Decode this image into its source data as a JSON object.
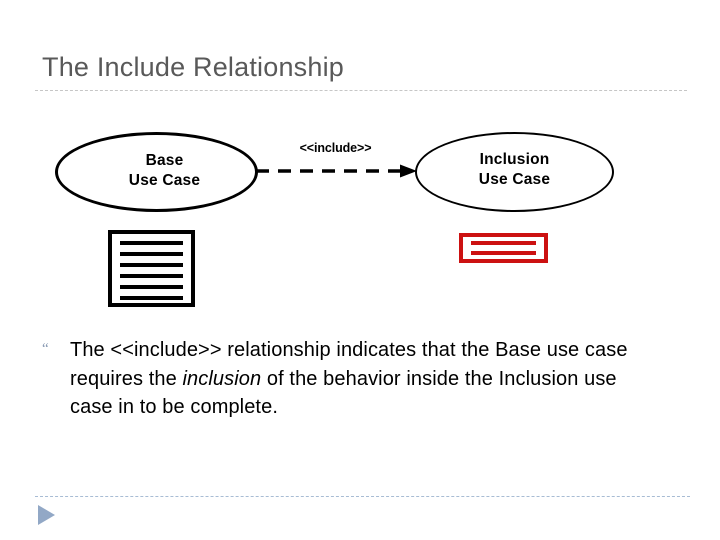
{
  "slide": {
    "title": "The Include Relationship",
    "background_color": "#ffffff",
    "title_color": "#595959",
    "accent_color": "#92a8c6",
    "highlight_color": "#cc1111"
  },
  "diagram": {
    "base_use_case": {
      "line1": "Base",
      "line2": "Use Case"
    },
    "inclusion_use_case": {
      "line1": "Inclusion",
      "line2": "Use Case"
    },
    "relationship_label": "<<include>>",
    "arrow_style": "dashed-open-arrow",
    "black_document_lines": 6,
    "red_document_lines": 2
  },
  "body": {
    "bullet_glyph": "“",
    "text_part1": "The <<include>> relationship indicates that the Base use case requires the ",
    "text_emphasis": "inclusion",
    "text_part2": " of the behavior inside the Inclusion use case in to be complete."
  }
}
